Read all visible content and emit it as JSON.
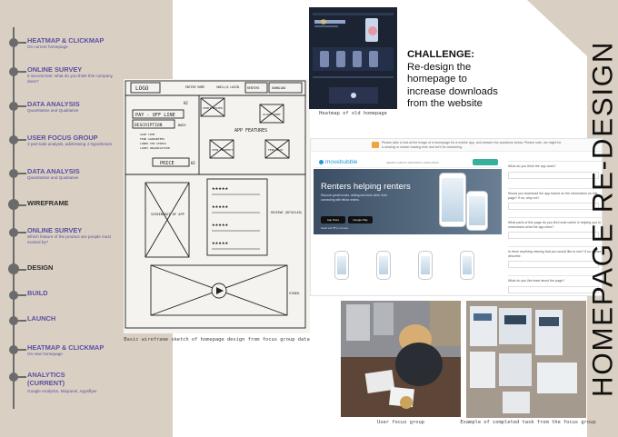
{
  "page": {
    "title": "HOMEPAGE RE-DESIGN"
  },
  "timeline": [
    {
      "title": "HEATMAP & CLICKMAP",
      "sub": "On current homepage",
      "dark": false
    },
    {
      "title": "ONLINE SURVEY",
      "sub": "5 second test: what do you think this company does?",
      "dark": false
    },
    {
      "title": "DATA ANALYSIS",
      "sub": "Quantitative and Qualitative",
      "dark": false
    },
    {
      "title": "USER FOCUS GROUP",
      "sub": "3 part task analysis, addressing 4 hypotheses",
      "dark": false
    },
    {
      "title": "DATA ANALYSIS",
      "sub": "Quantitative and Qualitative",
      "dark": false
    },
    {
      "title": "WIREFRAME",
      "sub": "",
      "dark": true
    },
    {
      "title": "ONLINE SURVEY",
      "sub": "Which feature of the product are people most excited by?",
      "dark": false
    },
    {
      "title": "DESIGN",
      "sub": "",
      "dark": true
    },
    {
      "title": "BUILD",
      "sub": "",
      "dark": false
    },
    {
      "title": "LAUNCH",
      "sub": "",
      "dark": false
    },
    {
      "title": "HEATMAP & CLICKMAP",
      "sub": "On new homepage",
      "dark": false
    },
    {
      "title": "ANALYTICS (CURRENT)",
      "sub": "Google Analytics, Mixpanel, Appsflyer",
      "dark": false
    }
  ],
  "challenge": {
    "heading": "CHALLENGE:",
    "body": "Re-design the homepage to increase downloads from the website"
  },
  "captions": {
    "heatmap": "Heatmap of old homepage",
    "wireframe": "Basic wireframe sketch of homepage design from focus group data",
    "focus_group": "User focus group",
    "completed_task": "Example of completed task from the focus group"
  },
  "wireframe_sketch": {
    "logo": "LOGO",
    "nav": [
      "ENTIRE HOME",
      "SWELL/A LOGIN",
      "RENTERS",
      "DOWNLOAD"
    ],
    "payoff": "PAY - OFF LINE",
    "description": "DESCRIPTION",
    "bullets": [
      "SAVE TIME",
      "FIND GUARANTEES",
      "LOWER THE STRESS",
      "LOOKS ORGANISATION"
    ],
    "price": "PRICE",
    "annotations": [
      "H2",
      "H2",
      "BODY",
      "VIDEO",
      "SCREENSHOT OF APP",
      "REVIEWS (DETAILED)"
    ],
    "features": [
      "SHORT REVIEW",
      "ACCEPT RENT",
      "APP FEATURES",
      "VIEW PROPERTY",
      "FEED BACK"
    ],
    "stars": [
      "★★★★★",
      "★★★★★",
      "★★★★★",
      "★★★★★"
    ]
  },
  "survey": {
    "banner": "Please take a look at the image of a homepage for a mobile app, and answer the questions below. Please note, we might be a slowing or slower loading time and we'll be answering.",
    "brand": "movebubble",
    "nav_links": "SEARCH   ABOUT   RENTERS   LANDLORDS",
    "hero_title": "Renters helping renters",
    "hero_sub": "Discover great homes, renting and more done, from connecting with fellow renters.",
    "app_store": "App Store",
    "google_play": "Google Play",
    "by_line": "Made with ❤ by humans",
    "questions": [
      "What do you think the app does?",
      "Would you download the app based on the information on this page? If no, why not?",
      "What parts of this page do you find most useful in helping you to understand what the app does?",
      "Is there anything missing that you would like to see? If so please describe.",
      "What do you like least about the page?"
    ]
  }
}
